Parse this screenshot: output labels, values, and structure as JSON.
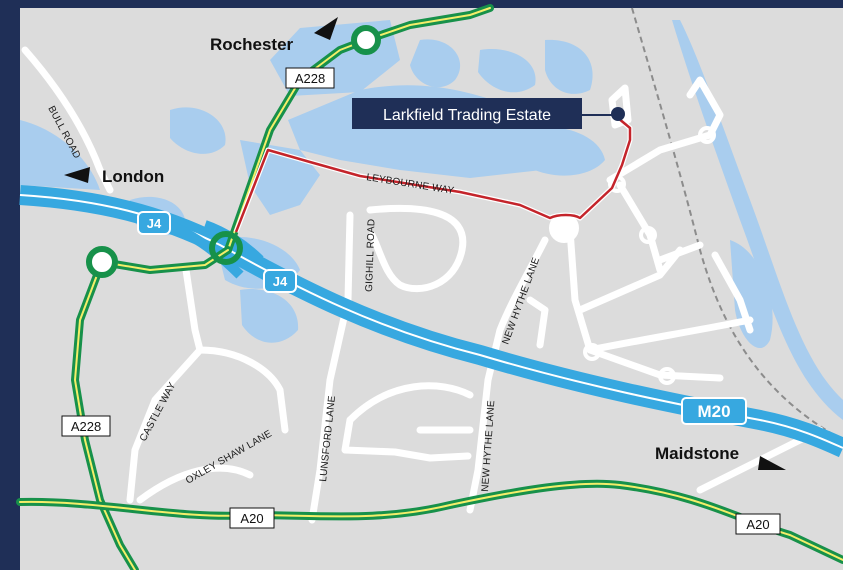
{
  "destination": {
    "label": "Larkfield Trading Estate"
  },
  "towns": {
    "rochester": "Rochester",
    "london": "London",
    "maidstone": "Maidstone"
  },
  "road_shields": {
    "a228_north": "A228",
    "a228_west": "A228",
    "a20_west": "A20",
    "a20_east": "A20",
    "j4_west": "J4",
    "j4_east": "J4",
    "m20": "M20"
  },
  "road_names": {
    "bull_road": "BULL ROAD",
    "leybourne_way": "LEYBOURNE WAY",
    "gighill_road": "GIGHILL ROAD",
    "new_hythe_lane_north": "NEW HYTHE LANE",
    "new_hythe_lane_south": "NEW HYTHE LANE",
    "castle_way": "CASTLE WAY",
    "oxley_shaw_lane": "OXLEY SHAW LANE",
    "lunsford_lane": "LUNSFORD LANE"
  },
  "colors": {
    "frame": "#1f2f57",
    "land": "#dcdcdc",
    "water": "#a9cdee",
    "motorway": "#37a8e0",
    "primary_road": "#17914a",
    "primary_road_centre": "#f4ee6a",
    "route": "#c4242b",
    "minor_road": "#ffffff",
    "railway": "#8c8c8c",
    "label_box": "#1f2f57"
  }
}
